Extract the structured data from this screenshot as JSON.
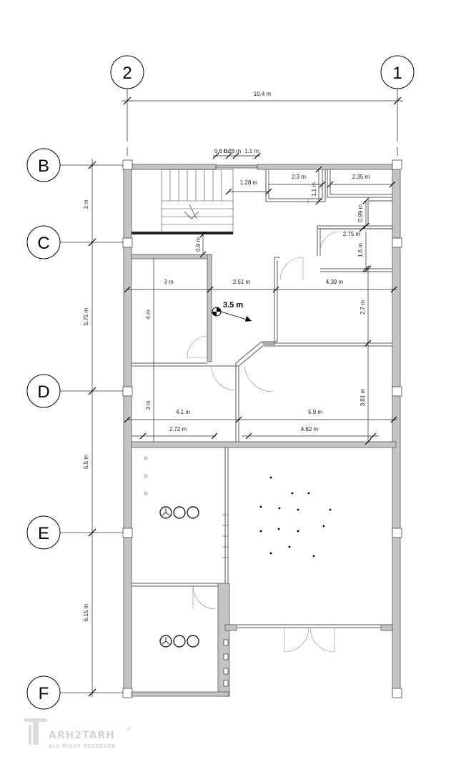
{
  "grid": {
    "columns": [
      "2",
      "1"
    ],
    "rows": [
      "B",
      "C",
      "D",
      "E",
      "F"
    ]
  },
  "dimensions": {
    "overall_width": "10.4 m",
    "row_b_c": "3 m",
    "row_c_d": "5.75 m",
    "row_d_e": "5.5 m",
    "row_e_f": "6.15 m",
    "d_06": "0.6 m",
    "d_028": "0.28 m",
    "d_11": "1.1 m",
    "d_128": "1.28 m",
    "d_23": "2.3 m",
    "d_11v": "1.1 m",
    "d_235": "2.35 m",
    "d_099": "0.99 m",
    "d_275": "2.75 m",
    "d_16": "1.6 m",
    "d_09": "0.9 m",
    "d_3": "3 m",
    "d_251": "2.51 m",
    "d_439": "4.39 m",
    "d_4": "4 m",
    "d_27": "2.7 m",
    "d_381": "3.81 m",
    "d_3v": "3 m",
    "d_41": "4.1 m",
    "d_59": "5.9 m",
    "d_272": "2.72 m",
    "d_482": "4.82 m"
  },
  "level_marker": "3.5 m",
  "watermark": {
    "brand": "ARH2TARH",
    "tagline": "ALL RIGHT RESERVED",
    "symbol": "®"
  },
  "icons": [
    "level-marker-icon",
    "car-icon",
    "tree-icon",
    "stair-arrow-icon",
    "door-swing-icon"
  ]
}
